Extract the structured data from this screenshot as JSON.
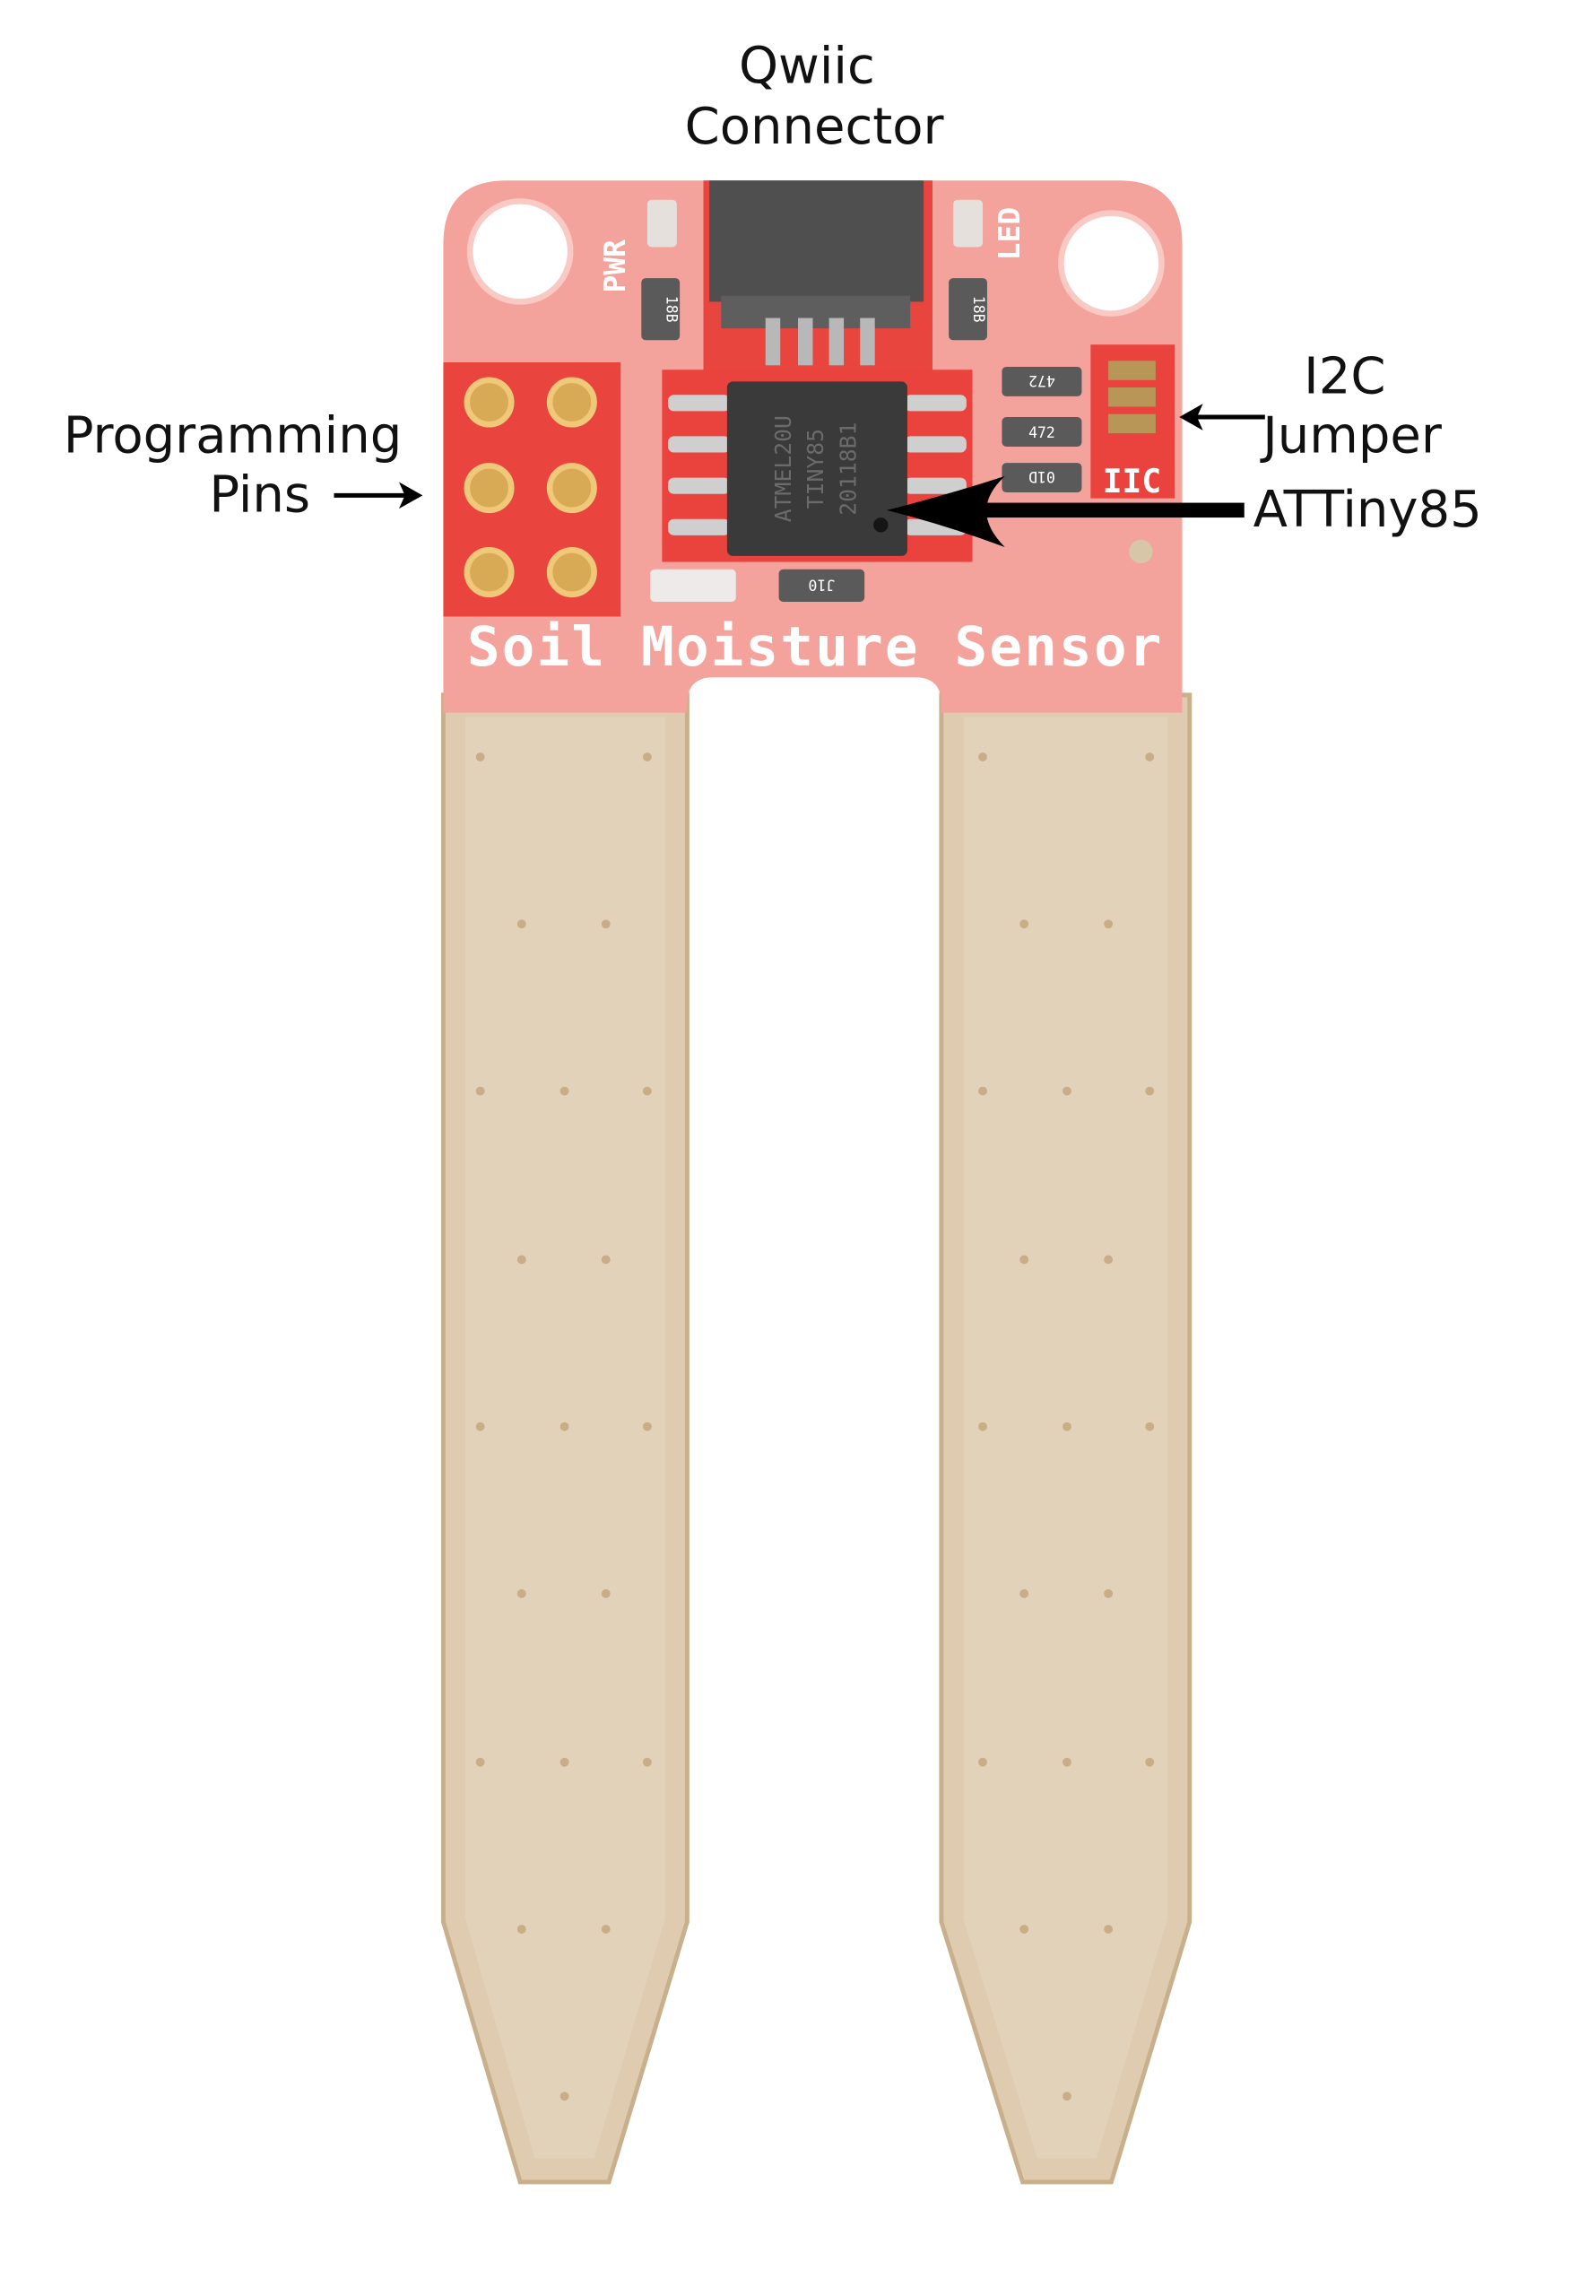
{
  "annotations": {
    "qwiic_line1": "Qwiic",
    "qwiic_line2": "Connector",
    "prog_line1": "Programming",
    "prog_line2": "Pins",
    "i2c_line1": "I2C",
    "i2c_line2": "Jumper",
    "attiny": "ATTiny85"
  },
  "board": {
    "title": "Soil Moisture Sensor",
    "pwr": "PWR",
    "led": "LED",
    "iic": "IIC",
    "chip_lines": [
      "ATMEL20U",
      "TINY85",
      "20118B1"
    ],
    "resistors": [
      "18B",
      "18B",
      "472",
      "472",
      "01D",
      "J10"
    ]
  },
  "colors": {
    "board_faded": "#f4a29c",
    "board_highlight": "#e9413b",
    "prong": "#dfcbb0",
    "connector": "#4a4a4a"
  }
}
